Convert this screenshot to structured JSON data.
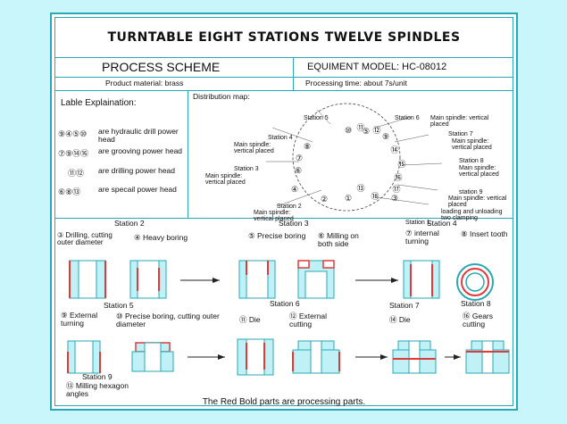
{
  "header": {
    "title": "TURNTABLE   EIGHT STATIONS TWELVE SPINDLES",
    "process_scheme": "PROCESS SCHEME",
    "equipment_model": "EQUIMENT MODEL: HC-08012",
    "product_material": "Product material: brass",
    "processing_time": "Processing time: about 7s/unit"
  },
  "legend": {
    "title": "Lable Explaination:",
    "items": [
      {
        "nums": "⑨④⑤⑩",
        "text": "are hydraulic drill power head"
      },
      {
        "nums": "⑦⑨⑭⑯",
        "text": "are grooving power head"
      },
      {
        "nums": "⑪⑫",
        "text": "are drilling power head"
      },
      {
        "nums": "⑥⑧⑬",
        "text": "are specail power head"
      }
    ]
  },
  "distribution": {
    "title": "Distribution map:",
    "labels": {
      "s5": "Station 5",
      "s6": "Station 6",
      "s6_main": "Main spindle: vertical placed",
      "s4": "Station 4",
      "s4_main": "Main spindle: vertical placed",
      "s7": "Station 7",
      "s7_main": "Main spindle: vertical placed",
      "s3": "Station 3",
      "s3_main": "Main spindle: vertical placed",
      "s8": "Station 8",
      "s8_main": "Main spindle: vertical placed",
      "s9": "station 9",
      "s9_main": "Main spindle: vertical placed",
      "s2": "Station 2",
      "s2_main": "Main spindle: vertical placed",
      "s1": "Station 1",
      "load": "loading and unloading two clamping"
    },
    "circle_numbers": [
      "①",
      "②",
      "③",
      "④",
      "⑤",
      "⑥",
      "⑦",
      "⑧",
      "⑨",
      "⑩",
      "⑪",
      "⑫",
      "⑬",
      "⑭",
      "⑮",
      "⑯",
      "⑰",
      "⑱"
    ]
  },
  "process": {
    "station2": "Station 2",
    "station3": "Station 3",
    "station4": "Station 4",
    "op3": "③ Drilling, cutting outer diameter",
    "op4": "④ Heavy boring",
    "op5": "⑤ Precise boring",
    "op6": "⑥ Milling on both side",
    "op7": "⑦ internal turning",
    "op8": "⑧ Insert tooth",
    "station5": "Station 5",
    "station6": "Station 6",
    "station7": "Station 7",
    "station8": "Station 8",
    "op9": "⑨ External turning",
    "op10": "⑩ Precise boring, cutting outer diameter",
    "op11": "⑪ Die",
    "op12": "⑫ External cutting",
    "op14": "⑭ Die",
    "op16": "⑯ Gears cutting",
    "station9": "Station 9",
    "op13": "⑬ Milling hexagon angles"
  },
  "footer": "The Red Bold parts are processing parts.",
  "colors": {
    "line": "#2aa7b6",
    "part": "#2aa7b6",
    "red": "#e03a3a",
    "fill": "#bff1f6"
  }
}
